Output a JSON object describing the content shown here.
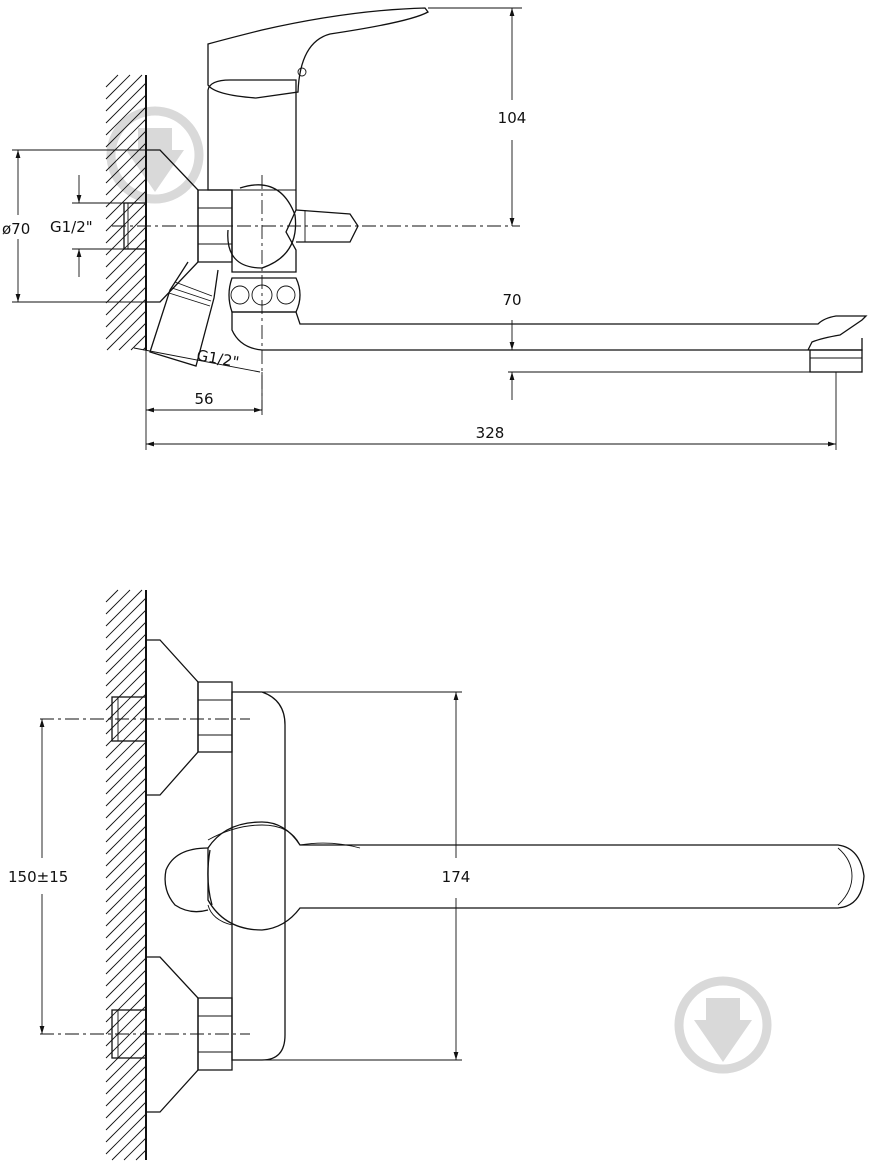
{
  "dimensions": {
    "height_lever": "104",
    "diameter_flange": "ø70",
    "thread_inlet": "G1/2\"",
    "thread_outlet": "G1/2\"",
    "spout_height": "70",
    "inlet_offset": "56",
    "total_length": "328",
    "inlet_spacing": "150±15",
    "body_height": "174"
  },
  "colors": {
    "line": "#111111",
    "watermark": "#d9d9d9"
  },
  "icons": [
    "watermark-logo-icon"
  ]
}
